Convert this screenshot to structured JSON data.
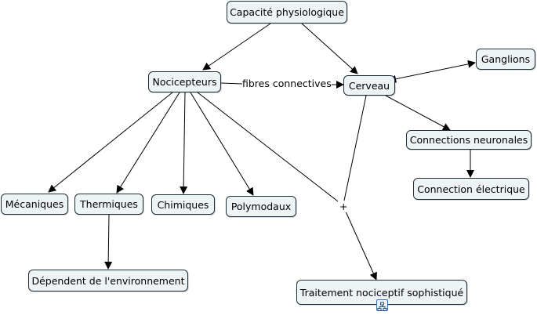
{
  "concept_map": {
    "nodes": {
      "capacite": "Capacité physiologique",
      "nocicepteurs": "Nocicepteurs",
      "cerveau": "Cerveau",
      "ganglions": "Ganglions",
      "connections_neuronales": "Connections neuronales",
      "connection_electrique": "Connection électrique",
      "mecaniques": "Mécaniques",
      "thermiques": "Thermiques",
      "chimiques": "Chimiques",
      "polymodaux": "Polymodaux",
      "dependent": "Dépendent de l'environnement",
      "traitement": "Traitement nociceptif sophistiqué"
    },
    "links": {
      "fibres": "fibres connectives",
      "plus": "+"
    },
    "icons": {
      "attached_map": "concept-map-icon"
    }
  }
}
